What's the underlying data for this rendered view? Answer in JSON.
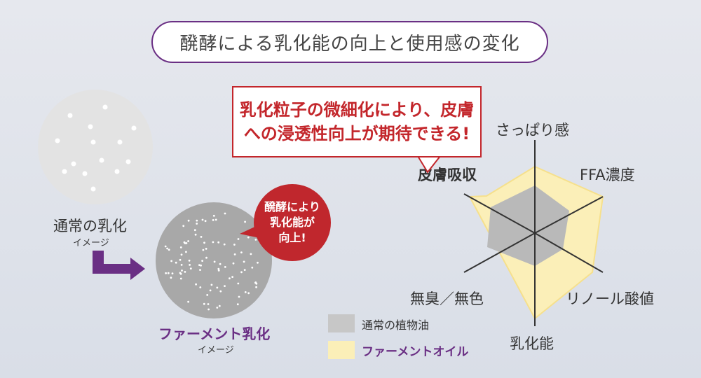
{
  "title": "醗酵による乳化能の向上と使用感の変化",
  "callout": {
    "line1": "乳化粒子の微細化により、皮膚",
    "line2": "への浸透性向上が期待できる!"
  },
  "normal_emulsion": {
    "label": "通常の乳化",
    "sub": "イメージ"
  },
  "ferment_emulsion": {
    "label": "ファーメント乳化",
    "sub": "イメージ"
  },
  "bubble": {
    "line1": "醗酵により",
    "line2": "乳化能が",
    "line3": "向上!"
  },
  "radar": {
    "axes": [
      "さっぱり感",
      "FFA濃度",
      "リノール酸値",
      "乳化能",
      "無臭／無色",
      "皮膚吸収"
    ],
    "highlight_axis_index": 5
  },
  "legend": {
    "normal": "通常の植物油",
    "ferment": "ファーメントオイル"
  },
  "colors": {
    "accent_purple": "#6a2f84",
    "callout_red": "#c3262b",
    "normal_fill": "#b8b8b8",
    "ferment_fill": "#fbefb8"
  }
}
